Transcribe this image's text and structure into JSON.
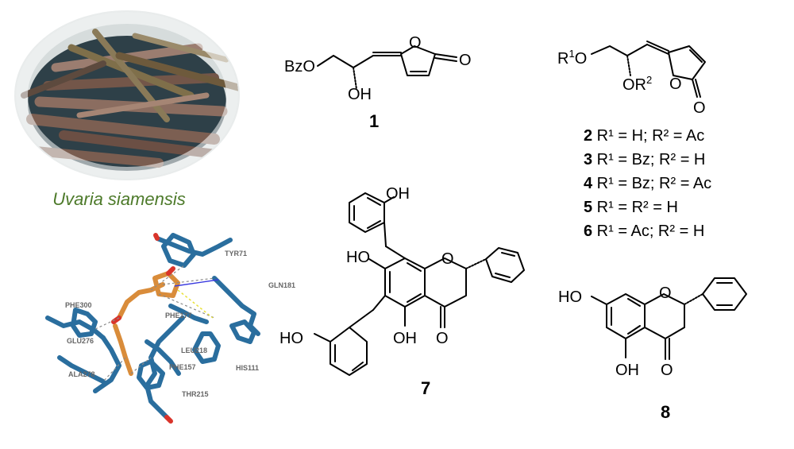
{
  "species_name": "Uvaria siamensis",
  "compound1": {
    "label": "1",
    "bzo": "BzO",
    "oh": "OH",
    "o_ring": "O",
    "o_carbonyl": "O"
  },
  "compound2to6": {
    "r1": "R",
    "r1_sup": "1",
    "r1_o": "O",
    "or2": "OR",
    "or2_sup": "2",
    "o_ring": "O",
    "o_carbonyl": "O"
  },
  "legend": [
    {
      "num": "2",
      "text": " R¹ = H; R² = Ac"
    },
    {
      "num": "3",
      "text": " R¹ = Bz; R² = H"
    },
    {
      "num": "4",
      "text": " R¹ = Bz; R² = Ac"
    },
    {
      "num": "5",
      "text": " R¹ = R² = H"
    },
    {
      "num": "6",
      "text": " R¹ = Ac; R² = H"
    }
  ],
  "compound7": {
    "label": "7",
    "ho_left": "HO",
    "oh_top": "OH",
    "ho_bottom": "HO",
    "oh_mid": "OH",
    "o_ring": "O",
    "o_carbonyl": "O"
  },
  "compound8": {
    "label": "8",
    "ho": "HO",
    "oh": "OH",
    "o_ring": "O",
    "o_carbonyl": "O"
  },
  "residues": [
    "TYR71",
    "GLN181",
    "PHE300",
    "PHE177",
    "GLU276",
    "LEU218",
    "HIS111",
    "PHE157",
    "ALA278",
    "THR215"
  ],
  "colors": {
    "species": "#4d7a2a",
    "protein": "#2a6e9e",
    "ligand": "#d98c3a",
    "oxygen": "#d9342b"
  }
}
